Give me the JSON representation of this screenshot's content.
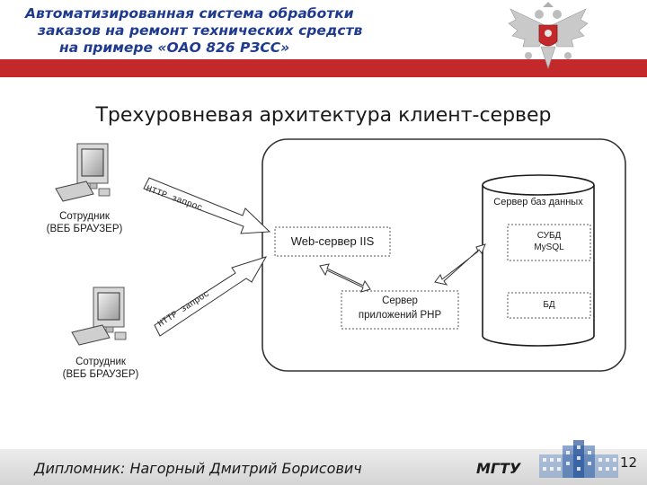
{
  "header": {
    "title_lines": [
      "Автоматизированная система обработки",
      "заказов на ремонт технических средств",
      "на примере «ОАО 826 РЗСС»"
    ],
    "emblem_icon": "double-headed-eagle-emblem-icon",
    "band_color": "#c3282b",
    "title_color": "#1f3b8f"
  },
  "slide": {
    "title": "Трехуровневая архитектура клиент-сервер"
  },
  "diagram": {
    "client_top_label": [
      "Сотрудник",
      "(ВЕБ БРАУЗЕР)"
    ],
    "client_bottom_label": [
      "Сотрудник",
      "(ВЕБ БРАУЗЕР)"
    ],
    "http_request_top": "HTTP запрос",
    "http_request_bottom": "HTTP запрос",
    "web_server": "Web-сервер IIS",
    "app_server": [
      "Сервер",
      "приложений PHP"
    ],
    "db_server": "Сервер баз данных",
    "dbms": [
      "СУБД",
      "MySQL"
    ],
    "db": "БД",
    "computer_icon": "desktop-computer-icon",
    "database_icon": "database-cylinder-icon"
  },
  "footer": {
    "author": "Дипломник: Нагорный Дмитрий Борисович",
    "university": "МГТУ",
    "university_logo_icon": "university-building-icon",
    "page_number": "12"
  }
}
